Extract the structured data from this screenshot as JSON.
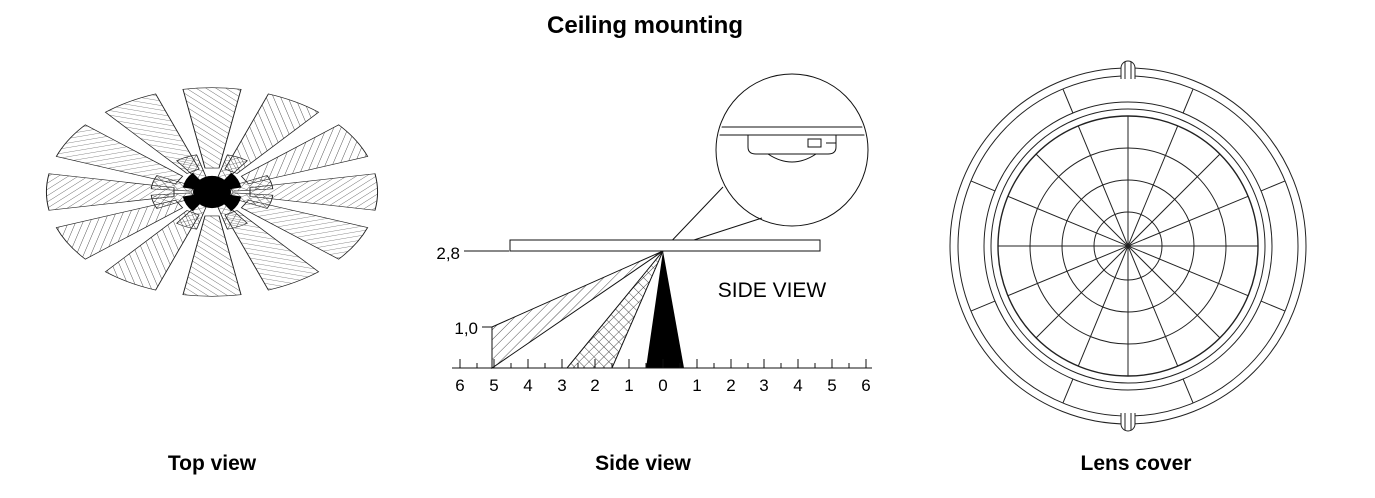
{
  "title": "Ceiling mounting",
  "captions": {
    "top_view": "Top view",
    "side_view": "Side view",
    "lens_cover": "Lens cover"
  },
  "side_view": {
    "ceiling_height_label": "2,8",
    "beam_height_label": "1,0",
    "view_label": "SIDE VIEW",
    "axis_ticks": [
      "6",
      "5",
      "4",
      "3",
      "2",
      "1",
      "0",
      "1",
      "2",
      "3",
      "4",
      "5",
      "6"
    ]
  },
  "colors": {
    "ink": "#111111",
    "background": "#ffffff",
    "beam_fill": "#000000"
  }
}
